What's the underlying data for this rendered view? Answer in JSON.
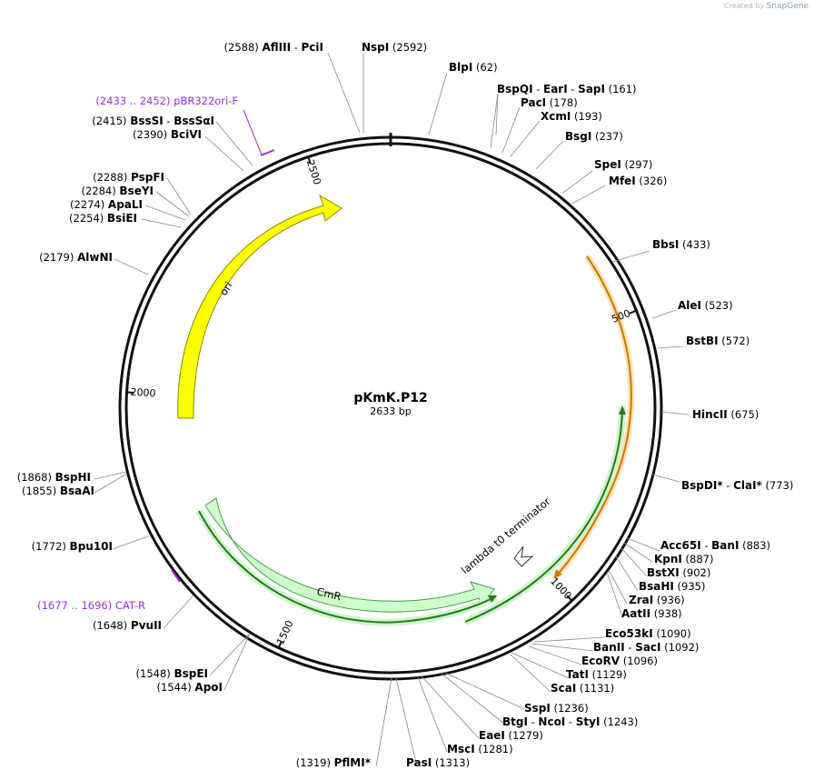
{
  "credit": {
    "prefix": "Created by",
    "brand": "SnapGene"
  },
  "plasmid": {
    "name": "pKmK.P12",
    "length_text": "2633 bp",
    "length": 2633
  },
  "ticks": [
    {
      "pos": 500,
      "label": "500"
    },
    {
      "pos": 1000,
      "label": "1000"
    },
    {
      "pos": 1500,
      "label": "1500"
    },
    {
      "pos": 2000,
      "label": "2000"
    },
    {
      "pos": 2500,
      "label": "2500"
    }
  ],
  "features": [
    {
      "id": "ori",
      "label": "ori",
      "color": "#ffff00",
      "stroke": "#8a8a00"
    },
    {
      "id": "cmr",
      "label": "CmR",
      "color": "#ccffcc",
      "stroke": "#4a9a4a"
    },
    {
      "id": "terminator",
      "label": "lambda t0 terminator",
      "color": "#ffffff",
      "stroke": "#333333"
    }
  ],
  "arcs": [
    {
      "id": "orange-arc",
      "color": "#ff9900"
    },
    {
      "id": "green-arc-right",
      "color": "#3aaa1a"
    },
    {
      "id": "green-arc-bottom",
      "color": "#3aaa1a"
    }
  ],
  "labels": [
    {
      "id": "nspi",
      "parts": [
        [
          "NspI",
          true
        ],
        [
          "  (2592)",
          false
        ]
      ]
    },
    {
      "id": "afliii-pcii",
      "parts": [
        [
          "(2588)  ",
          false
        ],
        [
          "AflIII",
          true
        ],
        [
          "  - ",
          false
        ],
        [
          "PciI",
          true
        ]
      ]
    },
    {
      "id": "blpi",
      "parts": [
        [
          "BlpI",
          true
        ],
        [
          "  (62)",
          false
        ]
      ]
    },
    {
      "id": "bspqi-eari-sapi",
      "parts": [
        [
          "BspQI",
          true
        ],
        [
          "  - ",
          false
        ],
        [
          "EarI",
          true
        ],
        [
          "  - ",
          false
        ],
        [
          "SapI",
          true
        ],
        [
          "   (161)",
          false
        ]
      ]
    },
    {
      "id": "paci",
      "parts": [
        [
          "PacI",
          true
        ],
        [
          "  (178)",
          false
        ]
      ]
    },
    {
      "id": "xcmi",
      "parts": [
        [
          "XcmI",
          true
        ],
        [
          "  (193)",
          false
        ]
      ]
    },
    {
      "id": "bsgi",
      "parts": [
        [
          "BsgI",
          true
        ],
        [
          "  (237)",
          false
        ]
      ]
    },
    {
      "id": "spei",
      "parts": [
        [
          "SpeI",
          true
        ],
        [
          "  (297)",
          false
        ]
      ]
    },
    {
      "id": "mfei",
      "parts": [
        [
          "MfeI",
          true
        ],
        [
          "  (326)",
          false
        ]
      ]
    },
    {
      "id": "bbsi",
      "parts": [
        [
          "BbsI",
          true
        ],
        [
          "  (433)",
          false
        ]
      ]
    },
    {
      "id": "alei",
      "parts": [
        [
          "AleI",
          true
        ],
        [
          "  (523)",
          false
        ]
      ]
    },
    {
      "id": "bstbi",
      "parts": [
        [
          "BstBI",
          true
        ],
        [
          "  (572)",
          false
        ]
      ]
    },
    {
      "id": "hincii",
      "parts": [
        [
          "HincII",
          true
        ],
        [
          "  (675)",
          false
        ]
      ]
    },
    {
      "id": "bspdi-clai",
      "parts": [
        [
          "BspDI",
          true
        ],
        [
          "*",
          true
        ],
        [
          "  - ",
          false
        ],
        [
          "ClaI",
          true
        ],
        [
          "*",
          true
        ],
        [
          "  (773)",
          false
        ]
      ]
    },
    {
      "id": "acc65i-bani",
      "parts": [
        [
          "Acc65I",
          true
        ],
        [
          "  - ",
          false
        ],
        [
          "BanI",
          true
        ],
        [
          "  (883)",
          false
        ]
      ]
    },
    {
      "id": "kpni",
      "parts": [
        [
          "KpnI",
          true
        ],
        [
          "  (887)",
          false
        ]
      ]
    },
    {
      "id": "bstxi",
      "parts": [
        [
          "BstXI",
          true
        ],
        [
          "  (902)",
          false
        ]
      ]
    },
    {
      "id": "bsahi",
      "parts": [
        [
          "BsaHI",
          true
        ],
        [
          "  (935)",
          false
        ]
      ]
    },
    {
      "id": "zrai",
      "parts": [
        [
          "ZraI",
          true
        ],
        [
          "  (936)",
          false
        ]
      ]
    },
    {
      "id": "aatii",
      "parts": [
        [
          "AatII",
          true
        ],
        [
          "  (938)",
          false
        ]
      ]
    },
    {
      "id": "eco53ki",
      "parts": [
        [
          "Eco53kI",
          true
        ],
        [
          "  (1090)",
          false
        ]
      ]
    },
    {
      "id": "banii-saci",
      "parts": [
        [
          "BanII",
          true
        ],
        [
          "  - ",
          false
        ],
        [
          "SacI",
          true
        ],
        [
          "  (1092)",
          false
        ]
      ]
    },
    {
      "id": "ecorv",
      "parts": [
        [
          "EcoRV",
          true
        ],
        [
          "  (1096)",
          false
        ]
      ]
    },
    {
      "id": "tati",
      "parts": [
        [
          "TatI",
          true
        ],
        [
          "  (1129)",
          false
        ]
      ]
    },
    {
      "id": "scai",
      "parts": [
        [
          "ScaI",
          true
        ],
        [
          "  (1131)",
          false
        ]
      ]
    },
    {
      "id": "sspi",
      "parts": [
        [
          "SspI",
          true
        ],
        [
          "  (1236)",
          false
        ]
      ]
    },
    {
      "id": "btgi-ncoi-styi",
      "parts": [
        [
          "BtgI",
          true
        ],
        [
          "  - ",
          false
        ],
        [
          "NcoI",
          true
        ],
        [
          "  - ",
          false
        ],
        [
          "StyI",
          true
        ],
        [
          "  (1243)",
          false
        ]
      ]
    },
    {
      "id": "eaei",
      "parts": [
        [
          "EaeI",
          true
        ],
        [
          "  (1279)",
          false
        ]
      ]
    },
    {
      "id": "msci",
      "parts": [
        [
          "MscI",
          true
        ],
        [
          "  (1281)",
          false
        ]
      ]
    },
    {
      "id": "pasi",
      "parts": [
        [
          "PasI",
          true
        ],
        [
          "  (1313)",
          false
        ]
      ]
    },
    {
      "id": "pflmi",
      "parts": [
        [
          "(1319)  ",
          false
        ],
        [
          "PflMI",
          true
        ],
        [
          "*",
          true
        ]
      ]
    },
    {
      "id": "bspei",
      "parts": [
        [
          "(1548)  ",
          false
        ],
        [
          "BspEI",
          true
        ]
      ]
    },
    {
      "id": "apoi",
      "parts": [
        [
          "(1544)  ",
          false
        ],
        [
          "ApoI",
          true
        ]
      ]
    },
    {
      "id": "pvuii",
      "parts": [
        [
          "(1648)  ",
          false
        ],
        [
          "PvuII",
          true
        ]
      ]
    },
    {
      "id": "cat-r",
      "primer": true,
      "parts": [
        [
          "(1677 .. 1696)  CAT-R",
          false
        ]
      ]
    },
    {
      "id": "bpu10i",
      "parts": [
        [
          "(1772)  ",
          false
        ],
        [
          "Bpu10I",
          true
        ]
      ]
    },
    {
      "id": "bsphi",
      "parts": [
        [
          "(1868)  ",
          false
        ],
        [
          "BspHI",
          true
        ]
      ]
    },
    {
      "id": "bsaai",
      "parts": [
        [
          "(1855)  ",
          false
        ],
        [
          "BsaAI",
          true
        ]
      ]
    },
    {
      "id": "alwni",
      "parts": [
        [
          "(2179)  ",
          false
        ],
        [
          "AlwNI",
          true
        ]
      ]
    },
    {
      "id": "pspfi",
      "parts": [
        [
          "(2288)  ",
          false
        ],
        [
          "PspFI",
          true
        ]
      ]
    },
    {
      "id": "bseyi",
      "parts": [
        [
          "(2284)  ",
          false
        ],
        [
          "BseYI",
          true
        ]
      ]
    },
    {
      "id": "apali",
      "parts": [
        [
          "(2274)  ",
          false
        ],
        [
          "ApaLI",
          true
        ]
      ]
    },
    {
      "id": "bsiei",
      "parts": [
        [
          "(2254)  ",
          false
        ],
        [
          "BsiEI",
          true
        ]
      ]
    },
    {
      "id": "bssi-bsssai",
      "parts": [
        [
          "(2415)  ",
          false
        ],
        [
          "BssSI",
          true
        ],
        [
          "  - ",
          false
        ],
        [
          "BssSαI",
          true
        ]
      ]
    },
    {
      "id": "bcivi",
      "parts": [
        [
          "(2390)  ",
          false
        ],
        [
          "BciVI",
          true
        ]
      ]
    },
    {
      "id": "pbr322ori-f",
      "primer": true,
      "parts": [
        [
          "(2433 .. 2452)  pBR322ori-F",
          false
        ]
      ]
    }
  ]
}
